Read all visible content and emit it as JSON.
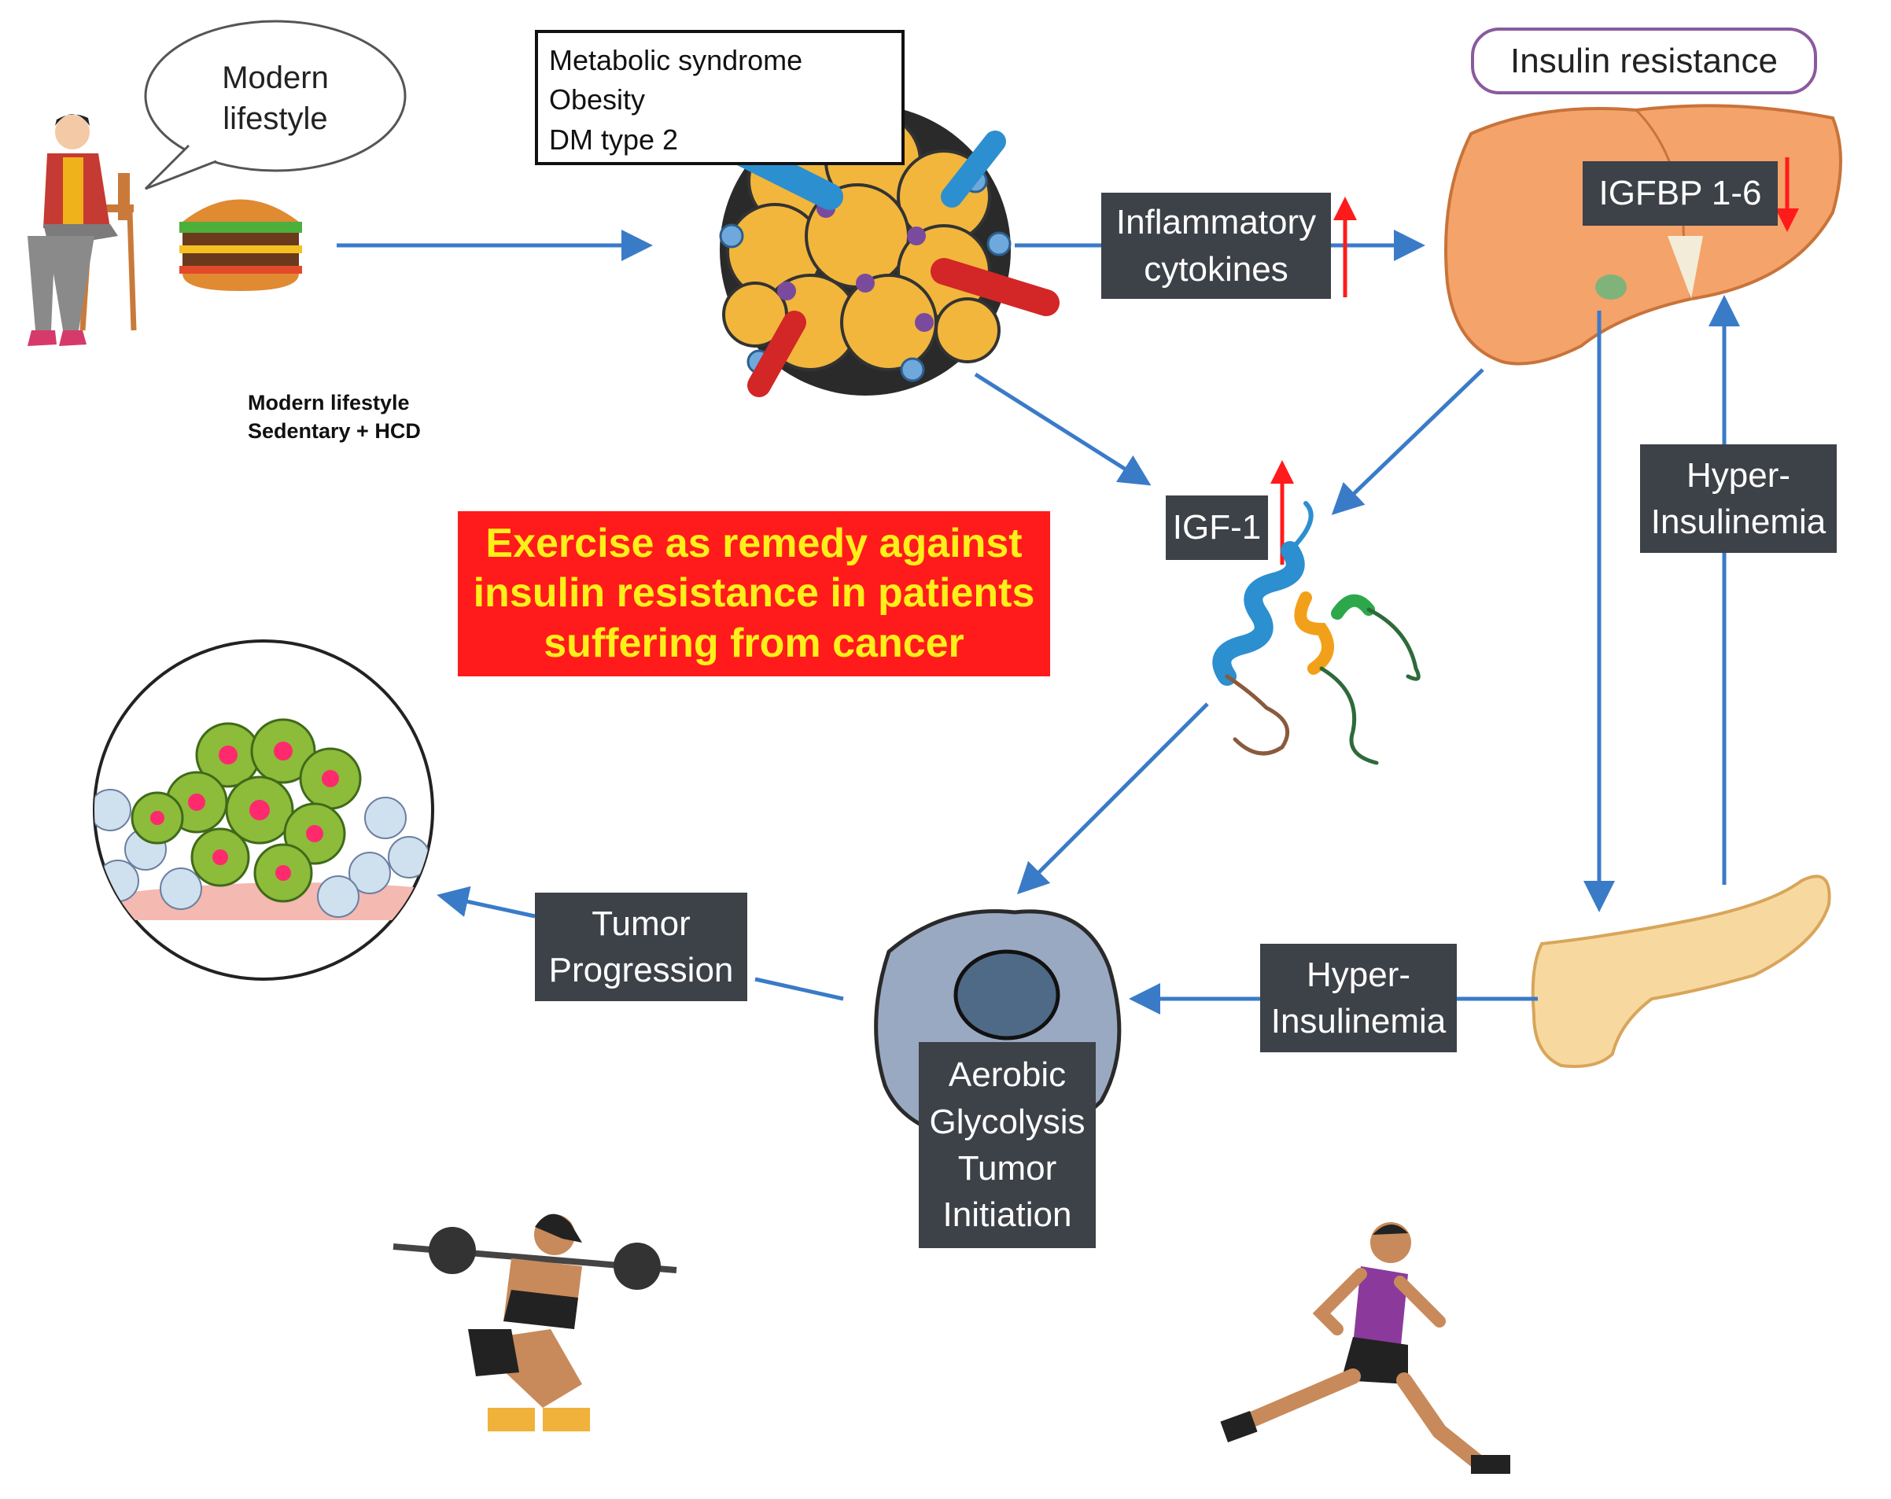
{
  "labels": {
    "modern_lifestyle_bubble": "Modern\nlifestyle",
    "modern_lifestyle_caption": "Modern lifestyle\nSedentary + HCD",
    "metabolic_box": "Metabolic syndrome\nObesity\nDM type 2",
    "inflammatory_cytokines": "Inflammatory\ncytokines",
    "insulin_resistance": "Insulin resistance",
    "igfbp": "IGFBP 1-6",
    "igf1": "IGF-1",
    "hyperinsulinemia_right": "Hyper-\nInsulinemia",
    "hyperinsulinemia_bottom": "Hyper-\nInsulinemia",
    "tumor_progression": "Tumor\nProgression",
    "aerobic_glycolysis": "Aerobic\nGlycolysis\nTumor\nInitiation",
    "title_banner": "Exercise as remedy against\ninsulin resistance in patients\nsuffering from cancer"
  },
  "colors": {
    "arrow": "#3a7bc8",
    "up_down_arrow": "#ff1b1b",
    "label_bg": "#3d4148",
    "banner_bg": "#ff1b1b",
    "banner_text": "#ffef1a",
    "liver": "#f4a36a",
    "pancreas": "#f7d9a0",
    "adipocyte": "#f2b63c",
    "tumor_cell": "#9aa9c2"
  },
  "icons": {
    "person_sitting": "woman-sitting-icon",
    "burger": "burger-icon",
    "adipose": "adipose-tissue-icon",
    "liver": "liver-icon",
    "pancreas": "pancreas-icon",
    "protein": "igf1-protein-icon",
    "tumor_tissue": "tumor-tissue-icon",
    "cancer_cell": "cancer-cell-icon",
    "squat": "squat-athlete-icon",
    "runner": "runner-icon"
  }
}
